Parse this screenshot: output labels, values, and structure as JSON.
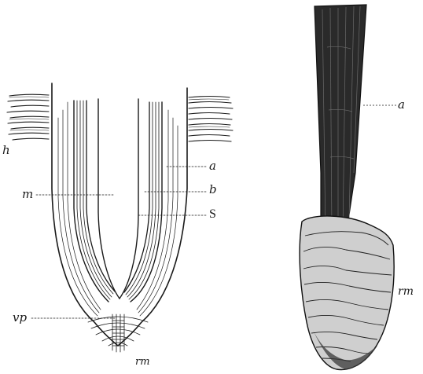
{
  "figure_left": {
    "labels": {
      "h": "h",
      "a": "a",
      "m": "m",
      "b": "b",
      "s": "S",
      "vp": "vp",
      "rm": "rm"
    }
  },
  "figure_right": {
    "labels": {
      "a": "a",
      "rm": "rm"
    }
  },
  "colors": {
    "ink": "#1a1a1a",
    "paper": "#ffffff"
  }
}
